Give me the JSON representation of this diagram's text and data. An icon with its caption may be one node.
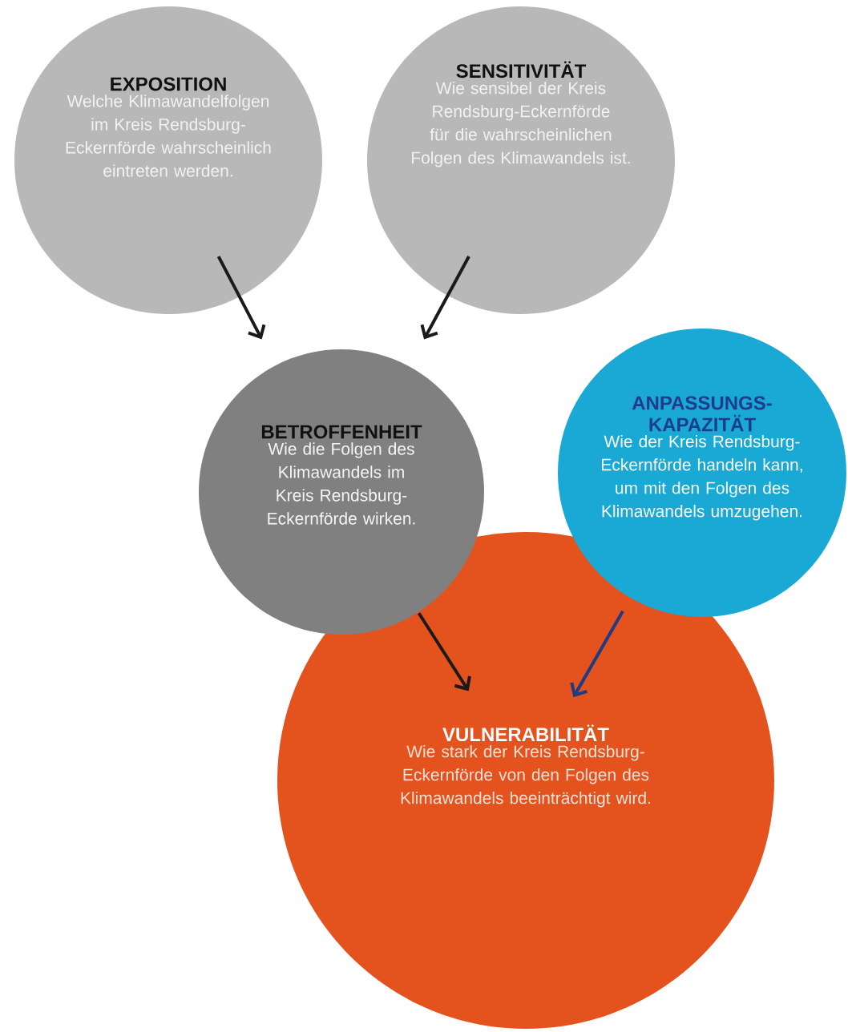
{
  "diagram": {
    "nodes": [
      {
        "text": [
          "EXPOSITION",
          "Welche Klimawandelfolgen im Kreis Rendsburg-Eckernförde wahrscheinlich eintreten werden."
        ]
      },
      {
        "text": [
          "SENSITIVITÄT",
          "Wie sensibel der Kreis Rendsburg-Eckernförde für die wahrscheinlichen Folgen des Klimawandels ist."
        ]
      },
      {
        "text": [
          "BETROFFENHEIT",
          "Wie die Folgen des Klimawandels im Kreis Rendsburg-Eckernförde wirken."
        ]
      },
      {
        "text": [
          "ANPASSUNGS-KAPAZITÄT",
          "Wie der Kreis Rendsburg-Eckernförde handeln kann, um mit den Folgen des Klimawandels umzugehen."
        ]
      },
      {
        "text": [
          "VULNERABILITÄT",
          "Wie stark der Kreis Rendsburg-Eckernförde von den Folgen des Klimawandels beeinträchtigt wird."
        ]
      }
    ],
    "edges": [
      {
        "from": 0,
        "to": 2,
        "arrow": "to"
      },
      {
        "from": 1,
        "to": 2,
        "arrow": "to"
      },
      {
        "from": 2,
        "to": 4,
        "arrow": "to"
      },
      {
        "from": 3,
        "to": 4,
        "arrow": "to",
        "color": "#1f3b82"
      }
    ]
  }
}
